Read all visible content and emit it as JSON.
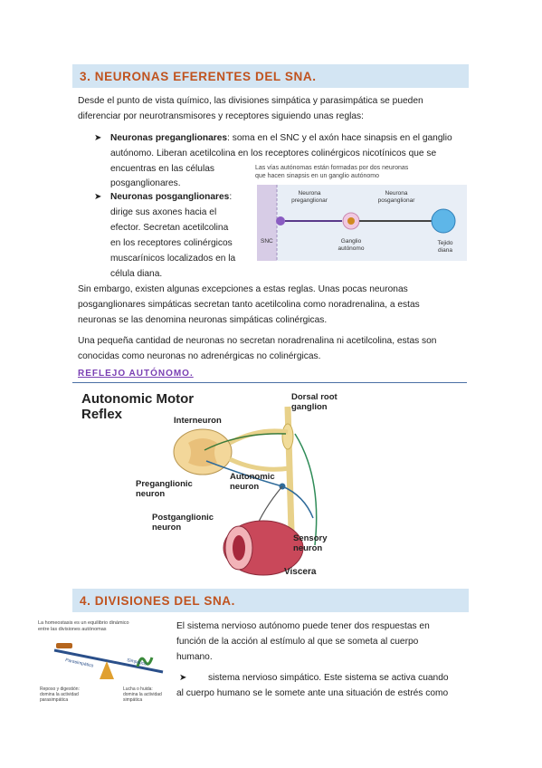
{
  "section3": {
    "title": "3. NEURONAS EFERENTES DEL SNA.",
    "intro_line1": "Desde el punto de vista químico, las divisiones simpática y parasimpática se pueden",
    "intro_line2": "diferenciar por neurotransmisores y receptores siguiendo unas reglas:",
    "bullet1": {
      "term": "Neuronas preganglionares",
      "line1_rest": ": soma en el SNC y el axón hace sinapsis en el ganglio",
      "line2": "autónomo. Liberan acetilcolina en los receptores colinérgicos nicotínicos que se",
      "line3": "encuentras en las células",
      "line4": "posganglionares."
    },
    "bullet2": {
      "term": "Neuronas posganglionares",
      "line1_rest": ":",
      "line2": "dirige sus axones hacia el",
      "line3": "efector. Secretan acetilcolina",
      "line4": "en los receptores colinérgicos",
      "line5": "muscarínicos localizados en la",
      "line6": "célula diana."
    },
    "figure": {
      "caption_line1": "Las vías autónomas están formadas por dos neuronas",
      "caption_line2": "que hacen sinapsis en un ganglio autónomo",
      "label_pre_1": "Neurona",
      "label_pre_2": "preganglionar",
      "label_post_1": "Neurona",
      "label_post_2": "posganglionar",
      "label_snc": "SNC",
      "label_ganglio_1": "Ganglio",
      "label_ganglio_2": "autónomo",
      "label_tejido_1": "Tejido",
      "label_tejido_2": "diana"
    },
    "exc_line1": "Sin embargo, existen algunas excepciones a estas reglas. Unas pocas neuronas",
    "exc_line2": "posganglionares simpáticas secretan tanto acetilcolina como noradrenalina, a estas",
    "exc_line3": "neuronas se las denomina neuronas simpáticas colinérgicas.",
    "small_line1": "Una pequeña cantidad de neuronas no secretan noradrenalina ni acetilcolina, estas son",
    "small_line2": "conocidas como neuronas no adrenérgicas no colinérgicas."
  },
  "reflex": {
    "heading": "REFLEJO AUTÓNOMO.",
    "title_1": "Autonomic Motor",
    "title_2": "Reflex",
    "label_drg_1": "Dorsal root",
    "label_drg_2": "ganglion",
    "label_interneuron": "Interneuron",
    "label_pre_1": "Preganglionic",
    "label_pre_2": "neuron",
    "label_auto_1": "Autonomic",
    "label_auto_2": "neuron",
    "label_post_1": "Postganglionic",
    "label_post_2": "neuron",
    "label_sensory_1": "Sensory",
    "label_sensory_2": "neuron",
    "label_viscera": "Viscera"
  },
  "section4": {
    "title": "4. DIVISIONES DEL SNA.",
    "figure": {
      "caption_line1": "La homeostasis es un equilibrio dinámico",
      "caption_line2": "entre las divisiones autónomas",
      "label_para": "Parasimpático",
      "label_simp": "Simpático",
      "left_1": "Reposo y digestión:",
      "left_2": "domina la actividad",
      "left_3": "parasimpática",
      "right_1": "Lucha o huida:",
      "right_2": "domina la actividad",
      "right_3": "simpática"
    },
    "line1": "El sistema nervioso autónomo puede tener dos respuestas en",
    "line2": "función de la acción al estímulo al que se someta al cuerpo",
    "line3": "humano.",
    "bullet_arrow": "➤",
    "line4": "sistema nervioso simpático. Este sistema se activa cuando",
    "line5": "al cuerpo humano se le somete ante una situación de estrés como"
  },
  "colors": {
    "heading_bar": "#d3e5f3",
    "heading_text": "#c0531f",
    "subheading": "#7a3fb3"
  }
}
